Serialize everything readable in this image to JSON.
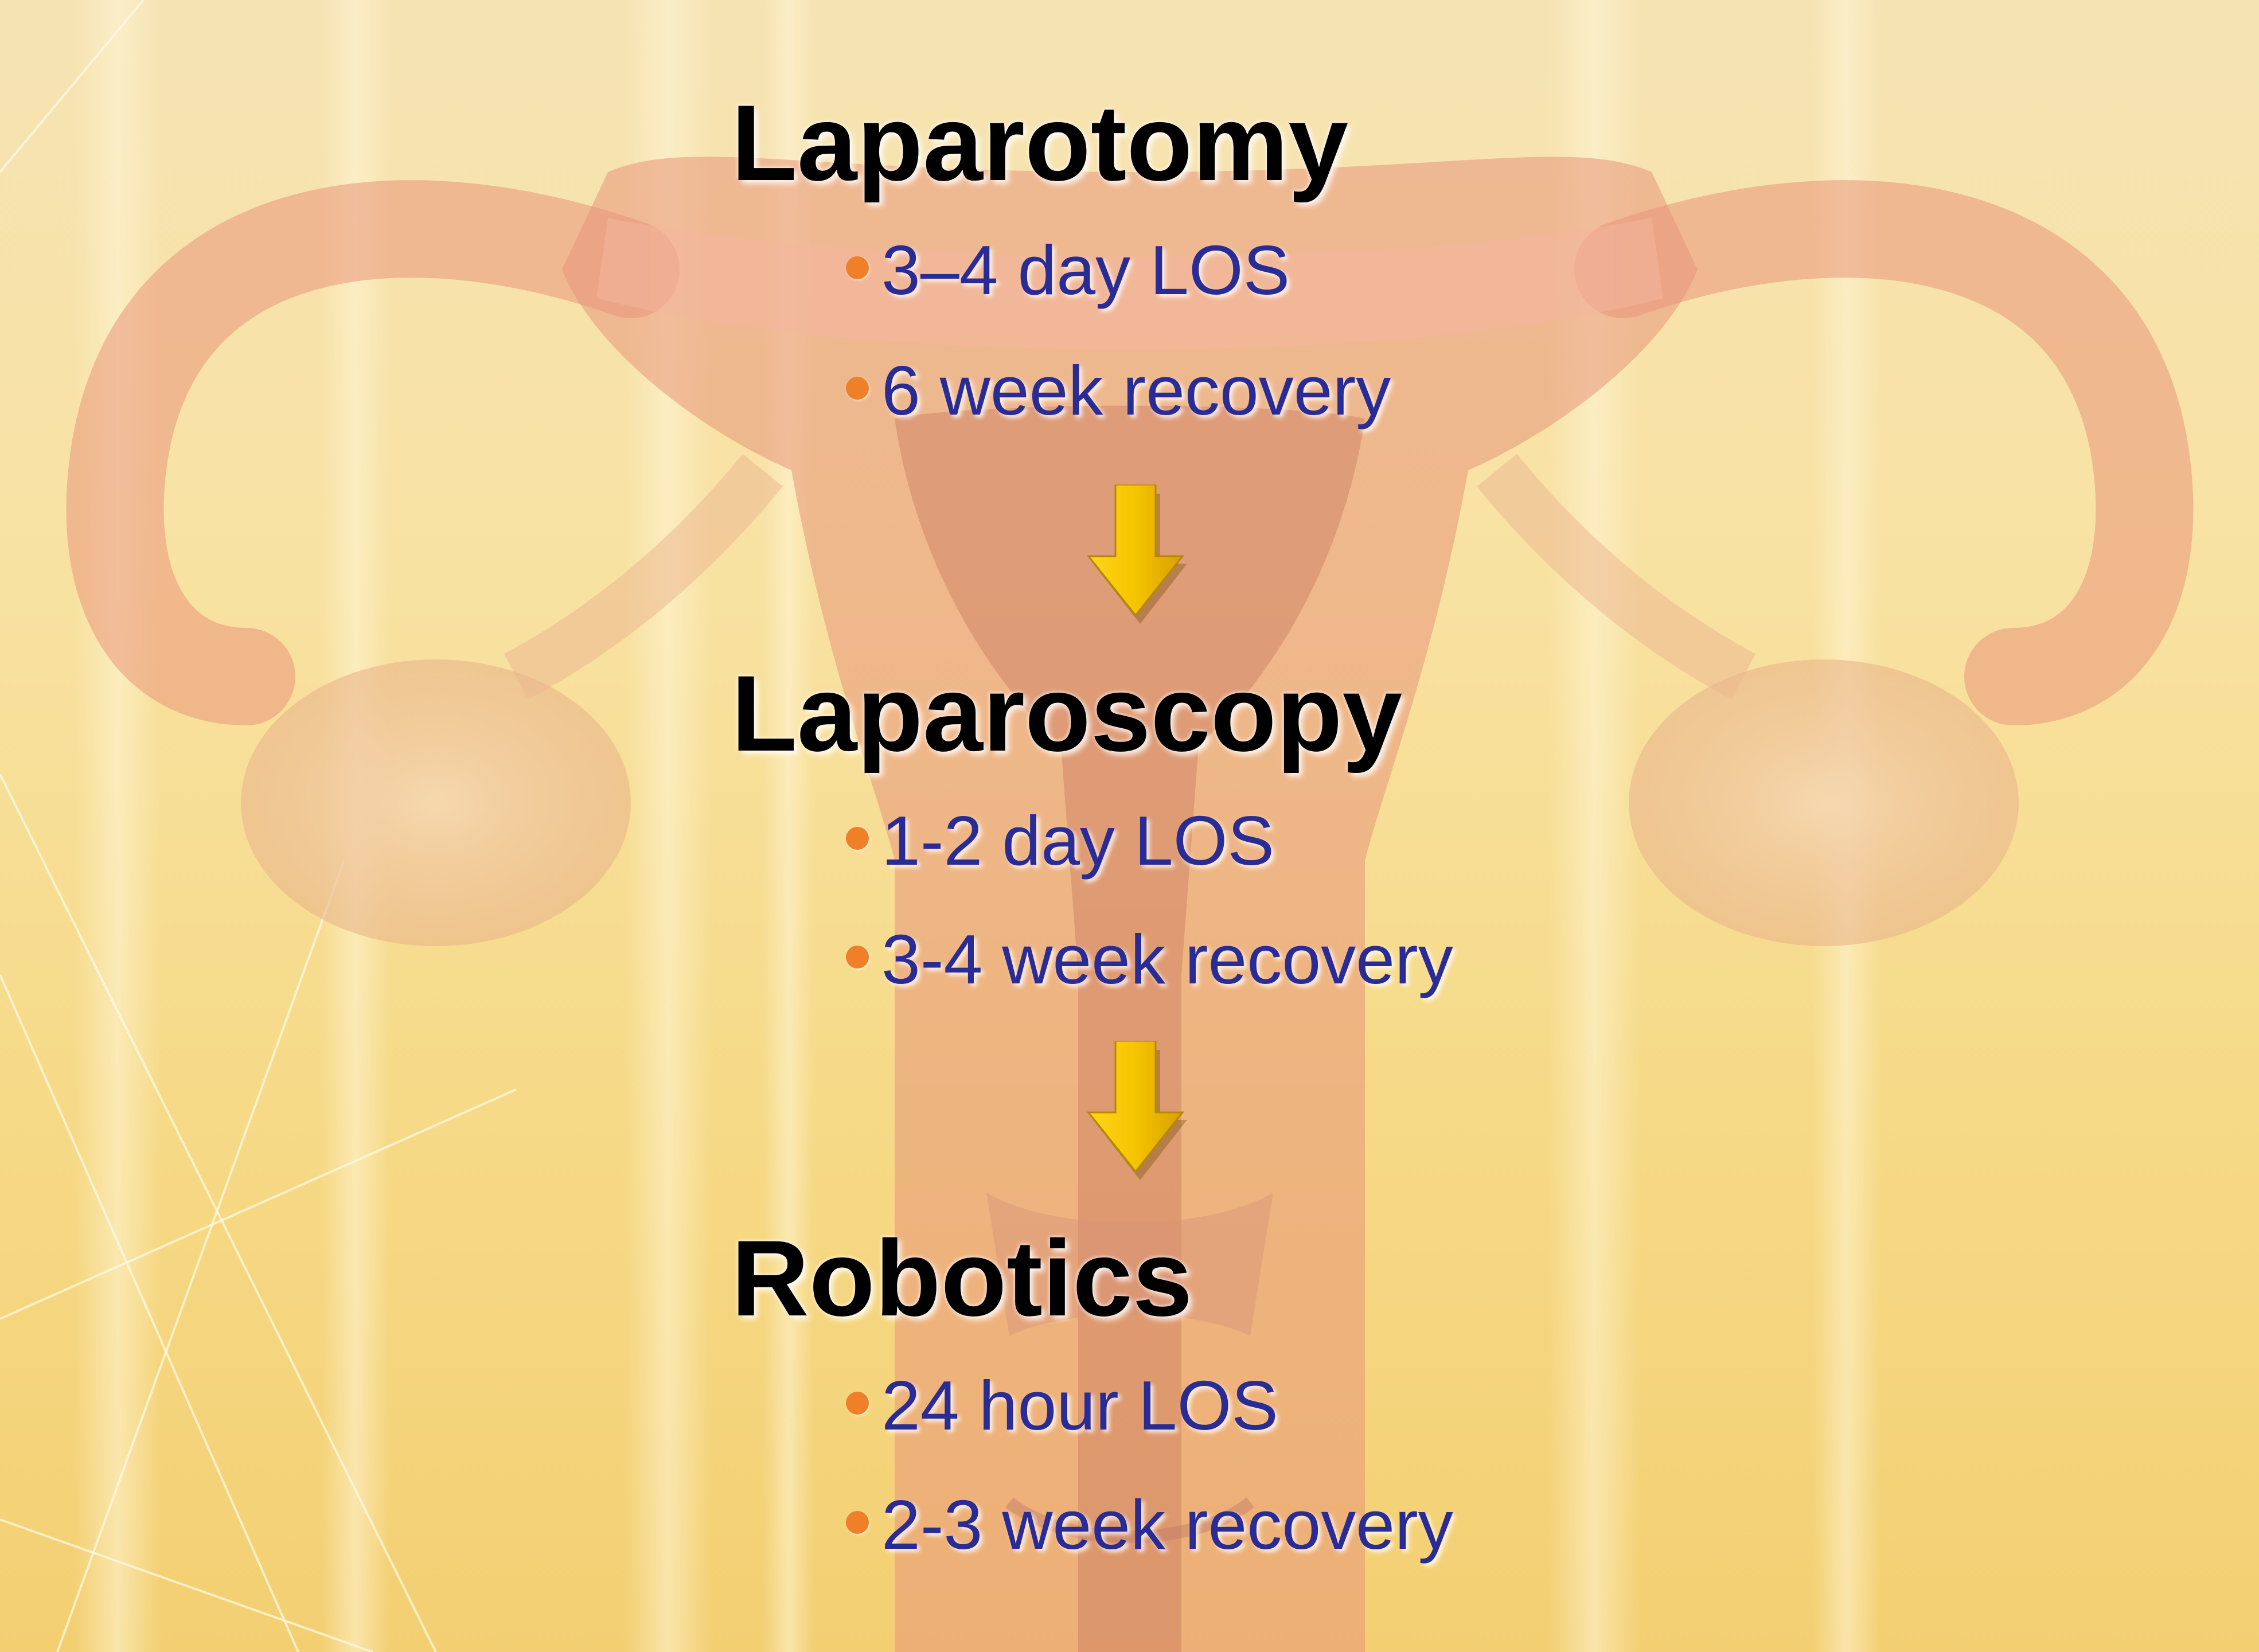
{
  "sections": [
    {
      "heading": "Laparotomy",
      "bullets": [
        "3–4 day LOS",
        "6 week recovery"
      ]
    },
    {
      "heading": "Laparoscopy",
      "bullets": [
        "1-2 day LOS",
        "3-4 week recovery"
      ]
    },
    {
      "heading": "Robotics",
      "bullets": [
        "24 hour LOS",
        "2-3 week recovery"
      ]
    }
  ],
  "icons": {
    "arrow": "down-arrow-icon",
    "bullet": "bullet-dot-icon",
    "illustration": "uterus-anatomy-illustration"
  },
  "colors": {
    "heading": "#000000",
    "bullet_text": "#2a2c96",
    "bullet_dot": "#ef7f28",
    "arrow": "#f5c400"
  }
}
